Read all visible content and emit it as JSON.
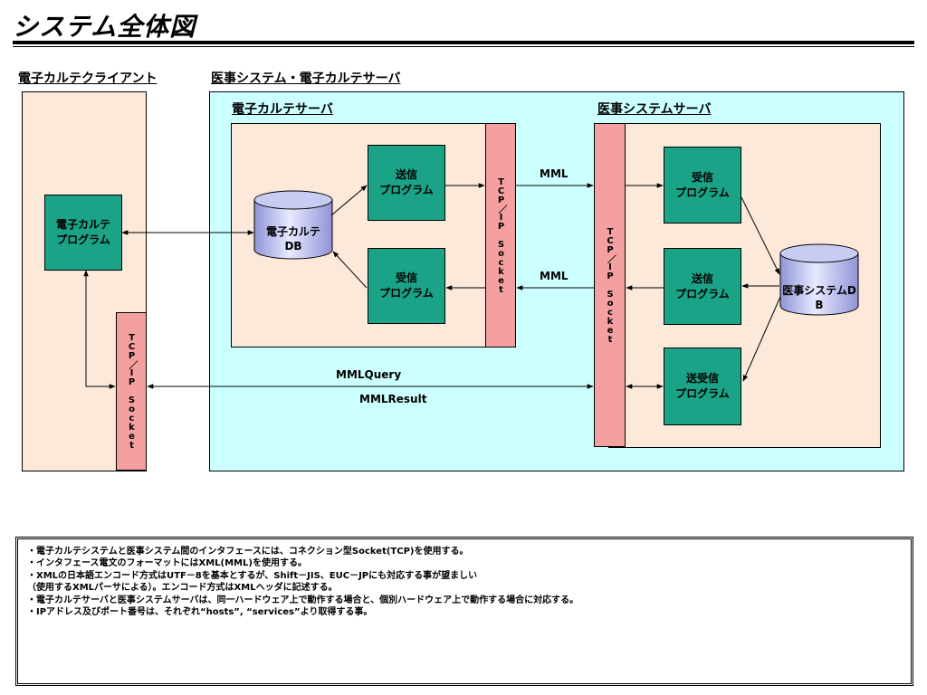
{
  "title": "システム全体図",
  "sections": {
    "client": "電子カルテクライアント",
    "servers": "医事システム・電子カルテサーバ",
    "emr_server": "電子カルテサーバ",
    "med_server": "医事システムサーバ"
  },
  "nodes": {
    "emr_program": "電子カルテ\nプログラム",
    "emr_db": "電子カルテ\nDB",
    "send_program_emr": "送信\nプログラム",
    "recv_program_emr": "受信\nプログラム",
    "recv_program_med": "受信\nプログラム",
    "send_program_med": "送信\nプログラム",
    "sendrecv_program_med": "送受信\nプログラム",
    "med_db": "医事システムD\nB"
  },
  "sockets": {
    "client_socket": "TCP／IP Socket",
    "emr_socket": "TCP／IP Socket",
    "med_socket": "TCP／IP Socket"
  },
  "edge_labels": {
    "mml_top": "MML",
    "mml_bottom": "MML",
    "mml_query": "MMLQuery",
    "mml_result": "MMLResult"
  },
  "notes": [
    "・電子カルテシステムと医事システム間のインタフェースには、コネクション型Socket(TCP)を使用する。",
    "・インタフェース電文のフォーマットにはXML(MML)を使用する。",
    "・XMLの日本語エンコード方式はUTF－8を基本とするが、Shift－JIS、EUC－JPにも対応する事が望ましい",
    "（使用するXMLパーサによる）。エンコード方式はXMLヘッダに記述する。",
    "・電子カルテサーバと医事システムサーバは、同一ハードウェア上で動作する場合と、個別ハードウェア上で動作する場合に対応する。",
    "・IPアドレス及びポート番号は、それぞれ“hosts”, “services”より取得する事。"
  ],
  "colors": {
    "client_bg": "#fde9d9",
    "server_bg": "#ccffff",
    "program_box": "#1aa386",
    "socket_bar": "#f4a0a0",
    "db_cylinder": "#b8bce6"
  }
}
